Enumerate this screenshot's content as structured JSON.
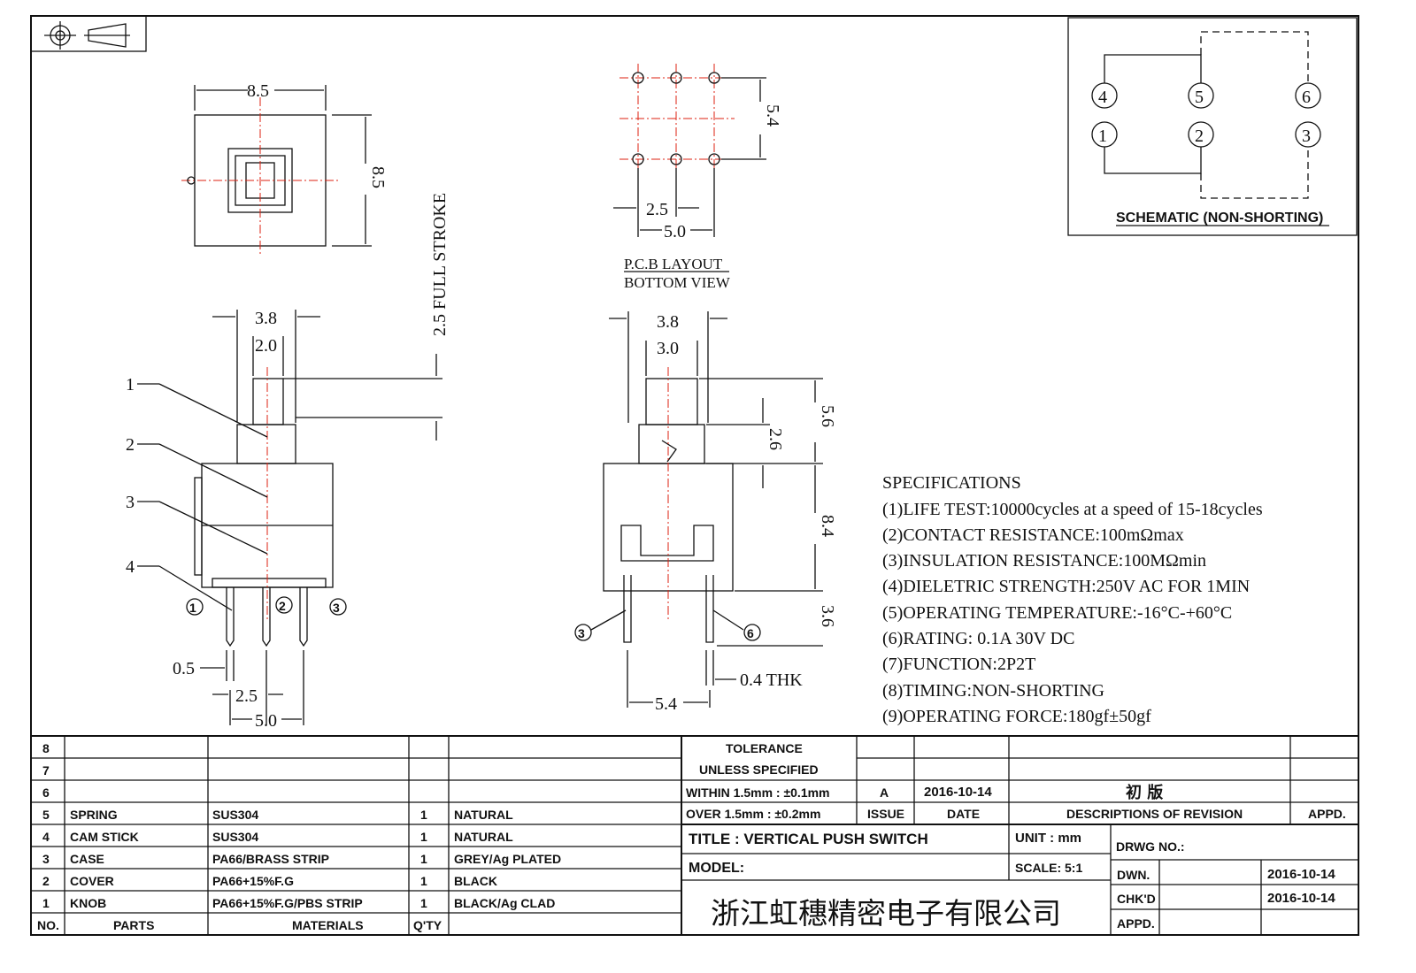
{
  "dimensions": {
    "top_width": "8.5",
    "top_height": "8.5",
    "stroke": "2.5 FULL STROKE",
    "side_38": "3.8",
    "side_20": "2.0",
    "pin_05": "0.5",
    "pin_25": "2.5",
    "pin_50": "5.0",
    "pcb_54": "5.4",
    "pcb_25": "2.5",
    "pcb_50": "5.0",
    "front_38": "3.8",
    "front_30": "3.0",
    "front_56": "5.6",
    "front_26": "2.6",
    "front_84": "8.4",
    "front_36": "3.6",
    "front_04": "0.4 THK",
    "front_54": "5.4"
  },
  "pcb_label": [
    "P.C.B LAYOUT",
    "BOTTOM VIEW"
  ],
  "part_callouts": [
    "1",
    "2",
    "3",
    "4"
  ],
  "pin_labels": [
    "1",
    "2",
    "3",
    "3",
    "6"
  ],
  "schematic": {
    "pins_top": [
      "4",
      "5",
      "6"
    ],
    "pins_bottom": [
      "1",
      "2",
      "3"
    ],
    "title": "SCHEMATIC (NON-SHORTING)"
  },
  "specifications": {
    "title": "SPECIFICATIONS",
    "items": [
      "(1)LIFE TEST:10000cycles at a speed of 15-18cycles",
      "(2)CONTACT RESISTANCE:100mΩmax",
      "(3)INSULATION RESISTANCE:100MΩmin",
      "(4)DIELETRIC STRENGTH:250V AC FOR 1MIN",
      "(5)OPERATING TEMPERATURE:-16°C-+60°C",
      "(6)RATING: 0.1A 30V DC",
      "(7)FUNCTION:2P2T",
      "(8)TIMING:NON-SHORTING",
      "(9)OPERATING FORCE:180gf±50gf"
    ]
  },
  "bom": {
    "rows": [
      {
        "no": "8",
        "part": "",
        "material": "",
        "qty": "",
        "finish": ""
      },
      {
        "no": "7",
        "part": "",
        "material": "",
        "qty": "",
        "finish": ""
      },
      {
        "no": "6",
        "part": "",
        "material": "",
        "qty": "",
        "finish": ""
      },
      {
        "no": "5",
        "part": "SPRING",
        "material": "SUS304",
        "qty": "1",
        "finish": "NATURAL"
      },
      {
        "no": "4",
        "part": "CAM STICK",
        "material": "SUS304",
        "qty": "1",
        "finish": "NATURAL"
      },
      {
        "no": "3",
        "part": "CASE",
        "material": "PA66/BRASS STRIP",
        "qty": "1",
        "finish": "GREY/Ag PLATED"
      },
      {
        "no": "2",
        "part": "COVER",
        "material": "PA66+15%F.G",
        "qty": "1",
        "finish": "BLACK"
      },
      {
        "no": "1",
        "part": "KNOB",
        "material": "PA66+15%F.G/PBS STRIP",
        "qty": "1",
        "finish": "BLACK/Ag CLAD"
      }
    ],
    "headers": {
      "no": "NO.",
      "part": "PARTS",
      "material": "MATERIALS",
      "qty": "Q'TY"
    }
  },
  "title_block": {
    "tolerance": [
      "TOLERANCE",
      "UNLESS  SPECIFIED"
    ],
    "within": "WITHIN 1.5mm : ±0.1mm",
    "over": "OVER 1.5mm : ±0.2mm",
    "issue": "A",
    "issue_date": "2016-10-14",
    "revision_desc": "初  版",
    "issue_label": "ISSUE",
    "date_label": "DATE",
    "desc_label": "DESCRIPTIONS OF REVISION",
    "appd_label": "APPD.",
    "title": "TITLE :  VERTICAL PUSH SWITCH",
    "unit": "UNIT :  mm",
    "model": "MODEL:",
    "scale": "SCALE:  5:1",
    "drwg_no": "DRWG NO.:",
    "dwn": "DWN.",
    "dwn_date": "2016-10-14",
    "chkd": "CHK'D",
    "chkd_date": "2016-10-14",
    "appd": "APPD.",
    "company": "浙江虹穗精密电子有限公司"
  }
}
